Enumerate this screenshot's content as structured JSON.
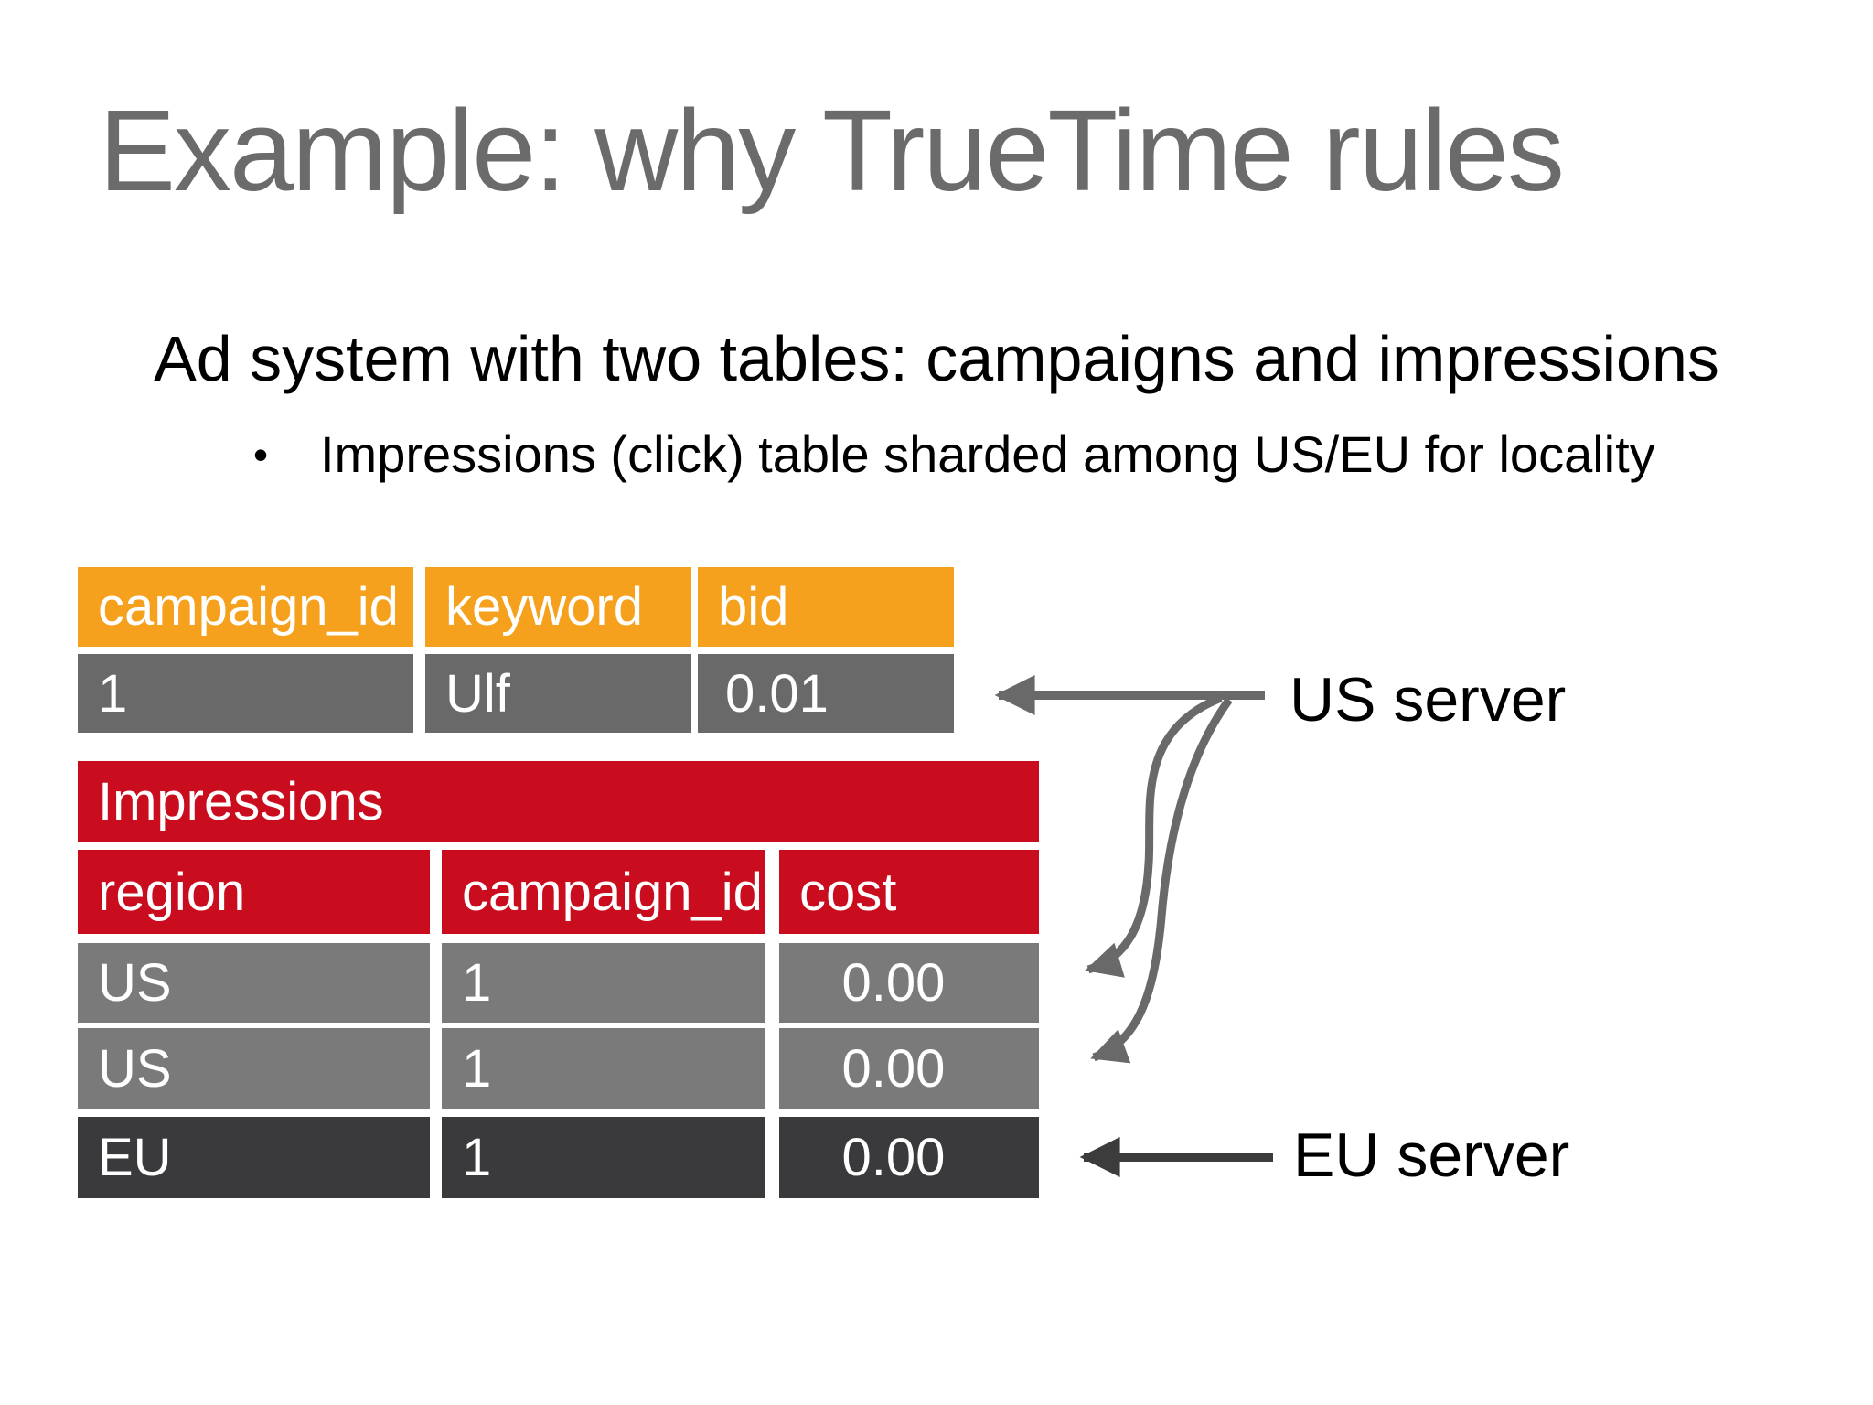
{
  "slide": {
    "title": "Example: why TrueTime rules",
    "subtitle": "Ad system with two tables: campaigns and impressions",
    "bullet_glyph": "•",
    "bullet_text": "Impressions (click) table sharded among US/EU for locality"
  },
  "campaigns_table": {
    "columns": [
      "campaign_id",
      "keyword",
      "bid"
    ],
    "rows": [
      [
        "1",
        "Ulf",
        "0.01"
      ]
    ],
    "colors": {
      "header": "#F5A11E",
      "row": "#696969",
      "text": "#FFFFFF"
    }
  },
  "impressions_table": {
    "title": "Impressions",
    "columns": [
      "region",
      "campaign_id",
      "cost"
    ],
    "rows": [
      [
        "US",
        "1",
        "0.00"
      ],
      [
        "US",
        "1",
        "0.00"
      ],
      [
        "EU",
        "1",
        "0.00"
      ]
    ],
    "colors": {
      "title_bar": "#C90D1E",
      "header": "#C90D1E",
      "us_row": "#7A7A7A",
      "eu_row": "#3A3A3C",
      "text": "#FFFFFF"
    }
  },
  "annotations": {
    "us_server": "US server",
    "eu_server": "EU server",
    "colors": {
      "us_arrow": "#696969",
      "eu_arrow": "#3C3C3C",
      "label_text": "#000000"
    }
  }
}
